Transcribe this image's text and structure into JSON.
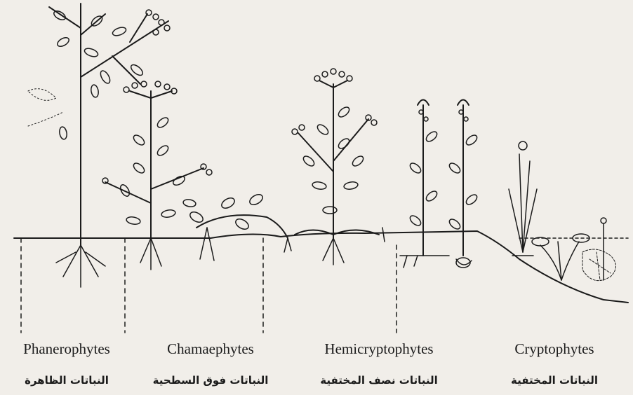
{
  "categories": [
    {
      "name_en": "Phanerophytes",
      "name_ar": "النباتات الظاهرة"
    },
    {
      "name_en": "Chamaephytes",
      "name_ar": "النباتات فوق السطحية"
    },
    {
      "name_en": "Hemicryptophytes",
      "name_ar": "النباتات نصف المختفية"
    },
    {
      "name_en": "Cryptophytes",
      "name_ar": "النباتات المختفية"
    }
  ],
  "colors": {
    "ink": "#1b1b1b",
    "paper": "#f1eee9"
  },
  "illustration": [
    "tree-figure",
    "chamaephyte-figure",
    "hemicryptophyte-figure",
    "cryptophyte-figure",
    "soil-surface-line"
  ]
}
